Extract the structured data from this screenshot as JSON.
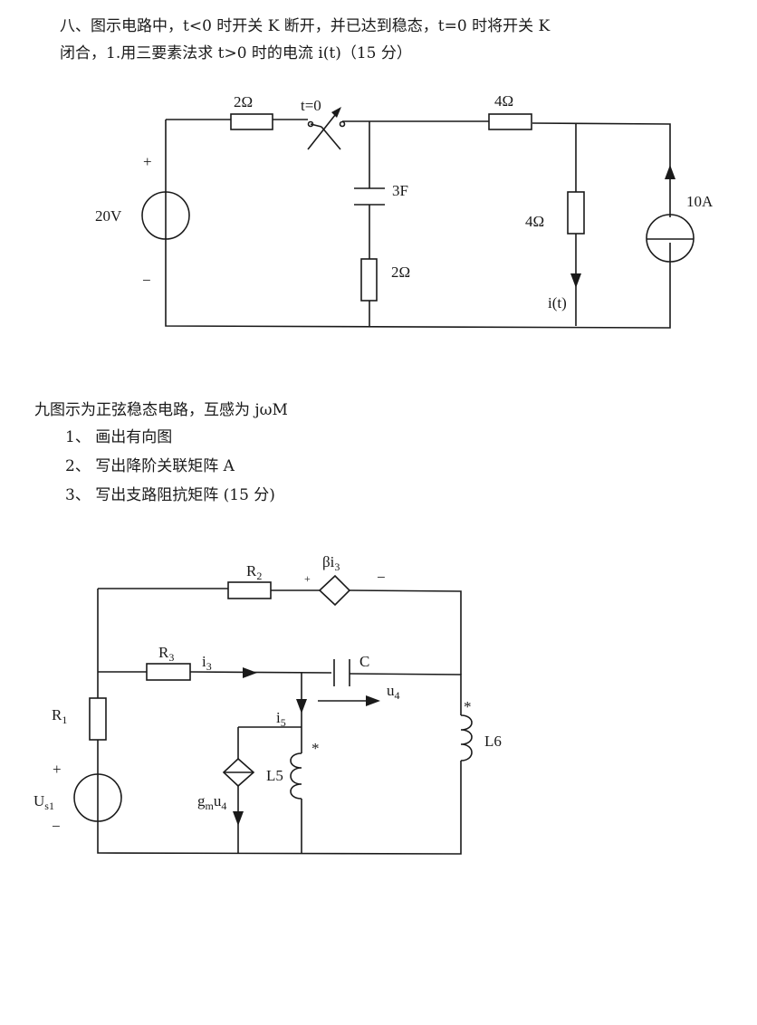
{
  "problem8": {
    "line1": "八、图示电路中，t<0 时开关 K 断开，并已达到稳态，t=0 时将开关 K",
    "line2": "闭合，1.用三要素法求 t>0 时的电流 i(t)（15 分）",
    "circuit": {
      "r_left": "2Ω",
      "switch_label": "t=0",
      "source_voltage": "20V",
      "source_plus": "+",
      "source_minus": "−",
      "capacitor": "3F",
      "r_cap_series": "2Ω",
      "r_top_right": "4Ω",
      "r_vertical": "4Ω",
      "current_label": "i(t)",
      "current_source": "10A"
    }
  },
  "problem9": {
    "intro": "九图示为正弦稳态电路，互感为 jωM",
    "items": [
      "1、 画出有向图",
      "2、 写出降阶关联矩阵 A",
      "3、 写出支路阻抗矩阵    (15 分)"
    ],
    "circuit": {
      "r1": "R",
      "r1_sub": "1",
      "r2": "R",
      "r2_sub": "2",
      "r3": "R",
      "r3_sub": "3",
      "i3": "i",
      "i3_sub": "3",
      "dep_vsource": "βi",
      "dep_vsource_sub": "3",
      "dep_plus": "+",
      "dep_minus": "−",
      "capacitor": "C",
      "u4": "u",
      "u4_sub": "4",
      "i5": "i",
      "i5_sub": "5",
      "dep_isource_g": "g",
      "dep_isource_g_sub": "m",
      "dep_isource_u": "u",
      "dep_isource_u_sub": "4",
      "l5": "L5",
      "l6": "L6",
      "dot_mark": "*",
      "us1": "U",
      "us1_sub": "s1",
      "us_plus": "+",
      "us_minus": "−"
    }
  }
}
